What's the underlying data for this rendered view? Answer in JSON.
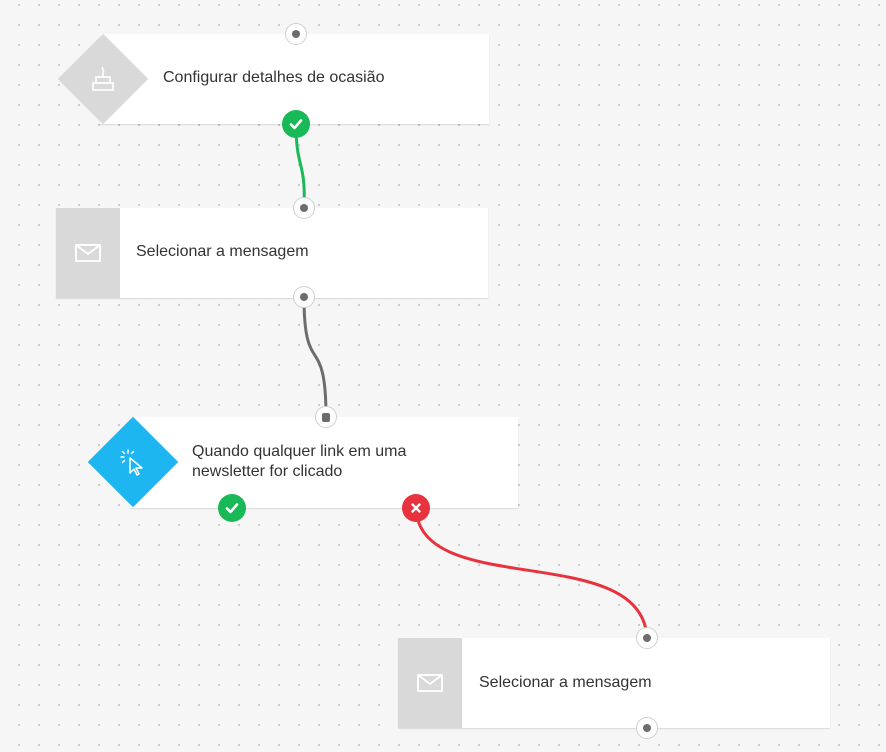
{
  "workflow": {
    "nodes": [
      {
        "label": "Configurar detalhes de ocasião",
        "type": "condition",
        "icon": "cake-icon",
        "icon_bg": "#d9d9d9"
      },
      {
        "label": "Selecionar a mensagem",
        "type": "action",
        "icon": "envelope-icon",
        "icon_bg": "#d9d9d9"
      },
      {
        "label_line1": "Quando qualquer link em uma",
        "label_line2": "newsletter for clicado",
        "type": "condition",
        "icon": "cursor-click-icon",
        "icon_bg": "#1eb6f0"
      },
      {
        "label": "Selecionar a mensagem",
        "type": "action",
        "icon": "envelope-icon",
        "icon_bg": "#d9d9d9"
      }
    ],
    "connector_colors": {
      "yes": "#1ab958",
      "default": "#6d6d6d",
      "no": "#e8323e"
    }
  }
}
